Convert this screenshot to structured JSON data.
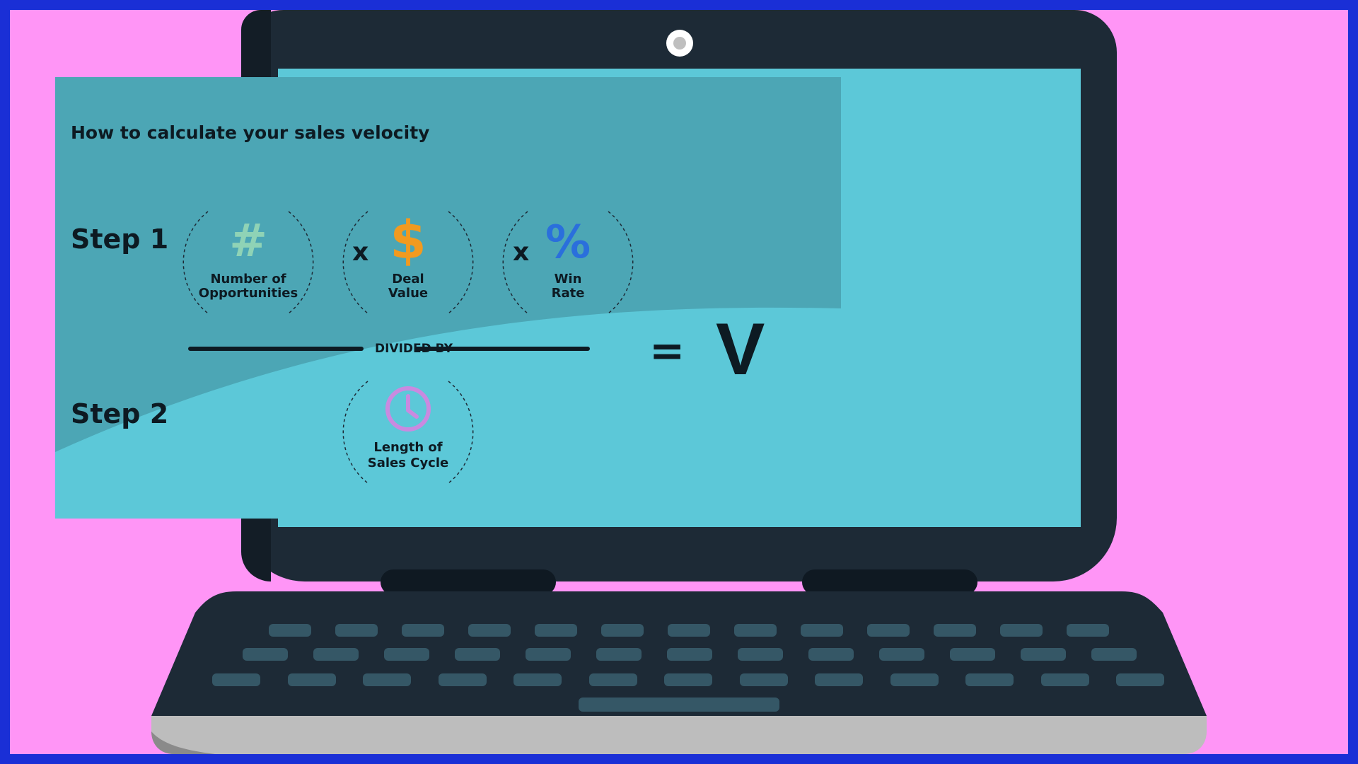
{
  "title": "How to calculate your sales velocity",
  "steps": {
    "step1": "Step 1",
    "step2": "Step 2"
  },
  "factors": [
    {
      "icon": "hash-icon",
      "glyph": "#",
      "line1": "Number of",
      "line2": "Opportunities",
      "color": "#8fd3b6"
    },
    {
      "icon": "dollar-icon",
      "glyph": "$",
      "line1": "Deal",
      "line2": "Value",
      "color": "#f29a1f"
    },
    {
      "icon": "percent-icon",
      "glyph": "%",
      "line1": "Win",
      "line2": "Rate",
      "color": "#2a6fdc"
    }
  ],
  "operators": {
    "multiply": "x",
    "equals": "=",
    "divided_by": "DIVIDED BY"
  },
  "divisor": {
    "icon": "clock-icon",
    "line1": "Length of",
    "line2": "Sales Cycle",
    "color": "#c98ae0"
  },
  "result": "V",
  "colors": {
    "border": "#1a2fd6",
    "background": "#ff95f6",
    "laptop": "#1d2a36",
    "screen_light": "#5cc8d8",
    "screen_dark": "#4ca6b5"
  }
}
